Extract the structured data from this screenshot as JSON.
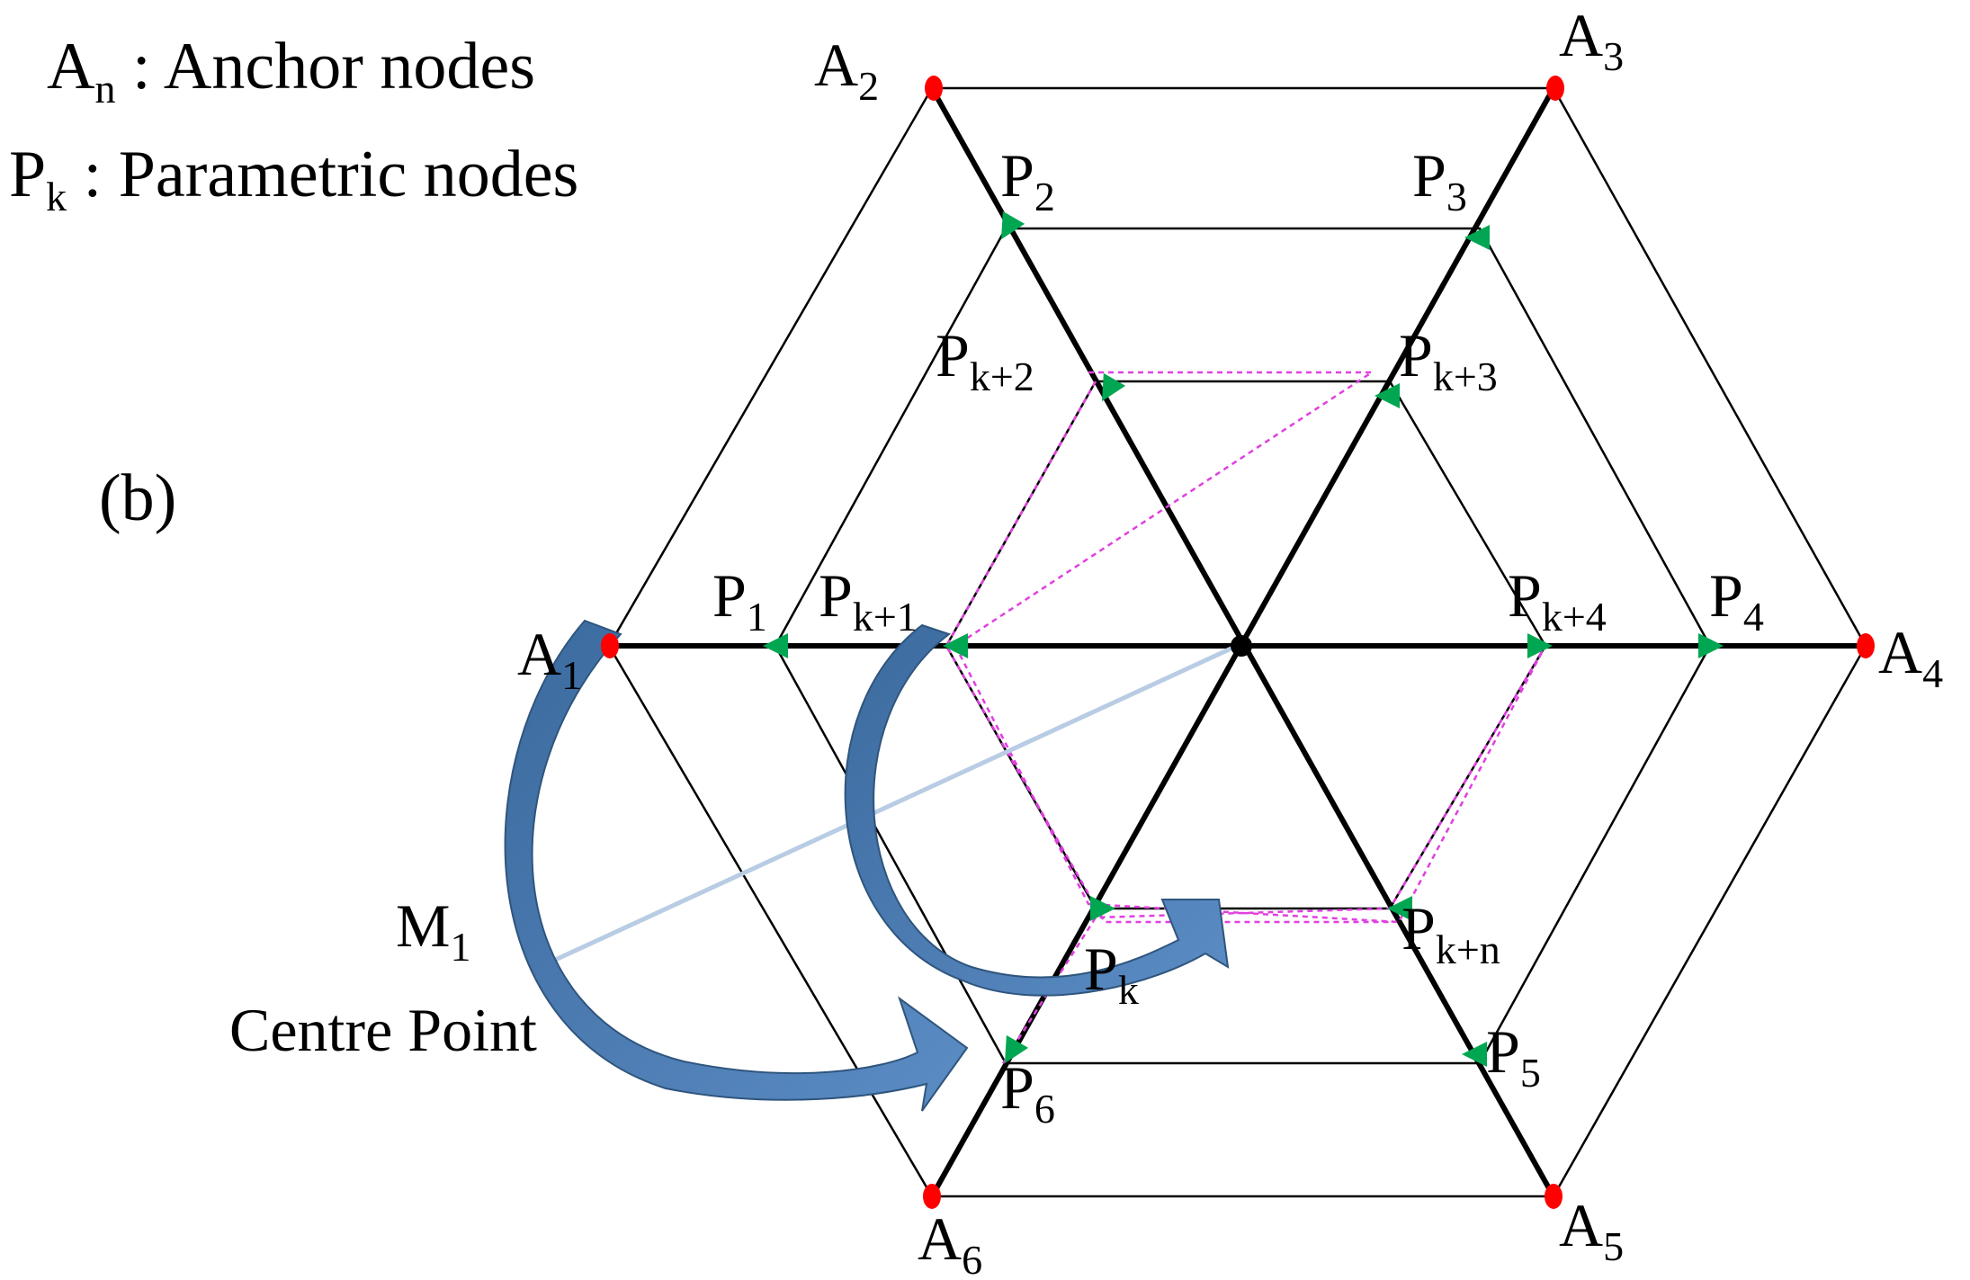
{
  "legend": {
    "anchor": {
      "symbol": "A",
      "subscript": "n",
      "text": " : Anchor nodes"
    },
    "parametric": {
      "symbol": "P",
      "subscript": "k",
      "text": " : Parametric nodes"
    }
  },
  "panel_label": "(b)",
  "anchors": [
    {
      "id": "A1",
      "base": "A",
      "sub": "1"
    },
    {
      "id": "A2",
      "base": "A",
      "sub": "2"
    },
    {
      "id": "A3",
      "base": "A",
      "sub": "3"
    },
    {
      "id": "A4",
      "base": "A",
      "sub": "4"
    },
    {
      "id": "A5",
      "base": "A",
      "sub": "5"
    },
    {
      "id": "A6",
      "base": "A",
      "sub": "6"
    }
  ],
  "parametric_nodes": [
    {
      "id": "P1",
      "base": "P",
      "sub": "1"
    },
    {
      "id": "P2",
      "base": "P",
      "sub": "2"
    },
    {
      "id": "P3",
      "base": "P",
      "sub": "3"
    },
    {
      "id": "P4",
      "base": "P",
      "sub": "4"
    },
    {
      "id": "P5",
      "base": "P",
      "sub": "5"
    },
    {
      "id": "P6",
      "base": "P",
      "sub": "6"
    },
    {
      "id": "Pk",
      "base": "P",
      "sub": "k"
    },
    {
      "id": "Pk1",
      "base": "P",
      "sub": "k+1"
    },
    {
      "id": "Pk2",
      "base": "P",
      "sub": "k+2"
    },
    {
      "id": "Pk3",
      "base": "P",
      "sub": "k+3"
    },
    {
      "id": "Pk4",
      "base": "P",
      "sub": "k+4"
    },
    {
      "id": "Pkn",
      "base": "P",
      "sub": "k+n"
    }
  ],
  "centre": {
    "base": "M",
    "sub": "1",
    "caption": "Centre Point"
  },
  "colors": {
    "anchor_node": "#ff0000",
    "parametric_node": "#00a651",
    "centre_node": "#000000",
    "path": "#e040e0",
    "arrow": "#4a7ab0",
    "pointer": "#b8cce4"
  }
}
